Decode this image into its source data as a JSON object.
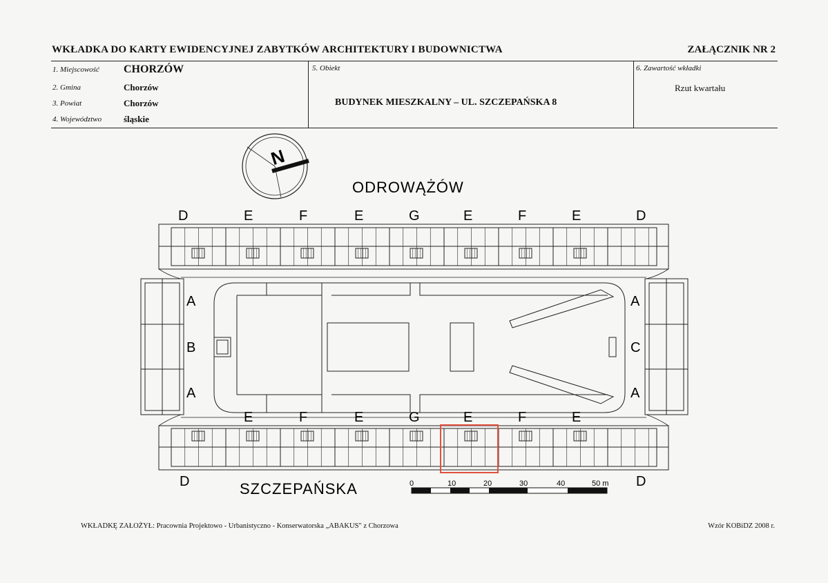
{
  "header": {
    "title": "WKŁADKA DO KARTY EWIDENCYJNEJ ZABYTKÓW ARCHITEKTURY I BUDOWNICTWA",
    "annex": "ZAŁĄCZNIK NR 2"
  },
  "fields": {
    "miejscowosc_label": "1. Miejscowość",
    "miejscowosc_value": "CHORZÓW",
    "gmina_label": "2. Gmina",
    "gmina_value": "Chorzów",
    "powiat_label": "3. Powiat",
    "powiat_value": "Chorzów",
    "wojewodztwo_label": "4. Województwo",
    "wojewodztwo_value": "śląskie",
    "obiekt_label": "5. Obiekt",
    "obiekt_value": "BUDYNEK MIESZKALNY – UL. SZCZEPAŃSKA 8",
    "zawartosc_label": "6. Zawartość wkładki",
    "zawartosc_value": "Rzut kwartału"
  },
  "plan": {
    "north_letter": "N",
    "street_north": "ODROWĄŻÓW",
    "street_south": "SZCZEPAŃSKA",
    "top_labels": [
      "D",
      "E",
      "F",
      "E",
      "G",
      "E",
      "F",
      "E",
      "D"
    ],
    "bottom_labels": [
      "E",
      "F",
      "E",
      "G",
      "E",
      "F",
      "E"
    ],
    "corner_bottom_left": "D",
    "corner_bottom_right": "D",
    "west_labels": [
      "A",
      "B",
      "A"
    ],
    "east_labels": [
      "A",
      "C",
      "A"
    ],
    "highlight_color": "#e0503c",
    "scale_ticks": [
      "0",
      "10",
      "20",
      "30",
      "40",
      "50 m"
    ]
  },
  "footer": {
    "left": "WKŁADKĘ ZAŁOŻYŁ: Pracownia Projektowo - Urbanistyczno - Konserwatorska „ABAKUS\" z Chorzowa",
    "right": "Wzór KOBiDZ 2008 r."
  }
}
